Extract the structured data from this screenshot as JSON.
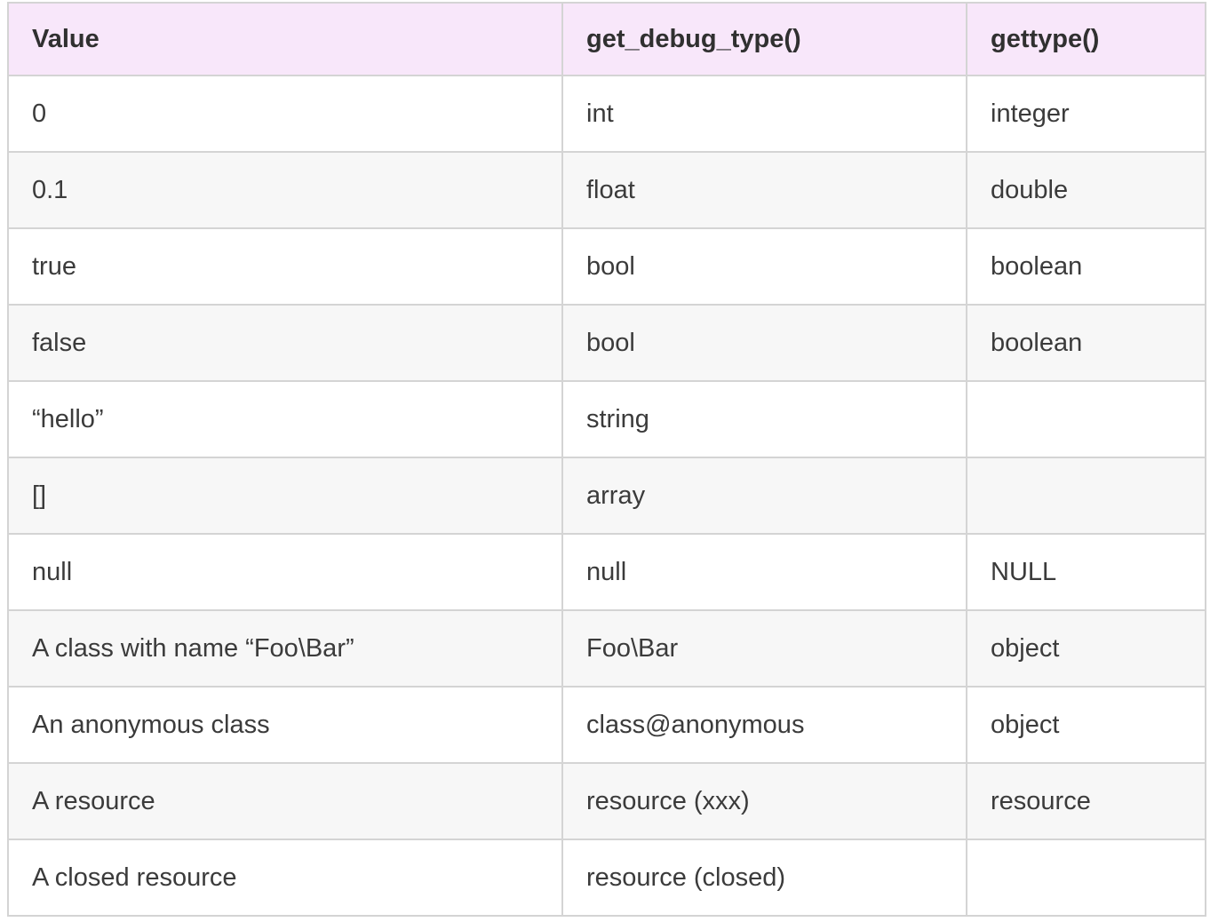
{
  "table": {
    "columns": [
      {
        "key": "value",
        "label": "Value"
      },
      {
        "key": "get_debug_type",
        "label": "get_debug_type()"
      },
      {
        "key": "gettype",
        "label": "gettype()"
      }
    ],
    "rows": [
      {
        "value": "0",
        "get_debug_type": "int",
        "gettype": "integer"
      },
      {
        "value": "0.1",
        "get_debug_type": "float",
        "gettype": "double"
      },
      {
        "value": "true",
        "get_debug_type": "bool",
        "gettype": "boolean"
      },
      {
        "value": "false",
        "get_debug_type": "bool",
        "gettype": "boolean"
      },
      {
        "value": "“hello”",
        "get_debug_type": "string",
        "gettype": ""
      },
      {
        "value": "[]",
        "get_debug_type": "array",
        "gettype": ""
      },
      {
        "value": "null",
        "get_debug_type": "null",
        "gettype": "NULL"
      },
      {
        "value": "A class with name “Foo\\Bar”",
        "get_debug_type": "Foo\\Bar",
        "gettype": "object"
      },
      {
        "value": "An anonymous class",
        "get_debug_type": "class@anonymous",
        "gettype": "object"
      },
      {
        "value": "A resource",
        "get_debug_type": "resource (xxx)",
        "gettype": "resource"
      },
      {
        "value": "A closed resource",
        "get_debug_type": "resource (closed)",
        "gettype": ""
      }
    ]
  },
  "colors": {
    "header_bg": "#f8e7fa",
    "row_bg": "#ffffff",
    "row_alt_bg": "#f7f7f7",
    "border_inner": "#d4d4d4",
    "border_outer": "#c3c3c3",
    "text": "#3b3b3b"
  }
}
